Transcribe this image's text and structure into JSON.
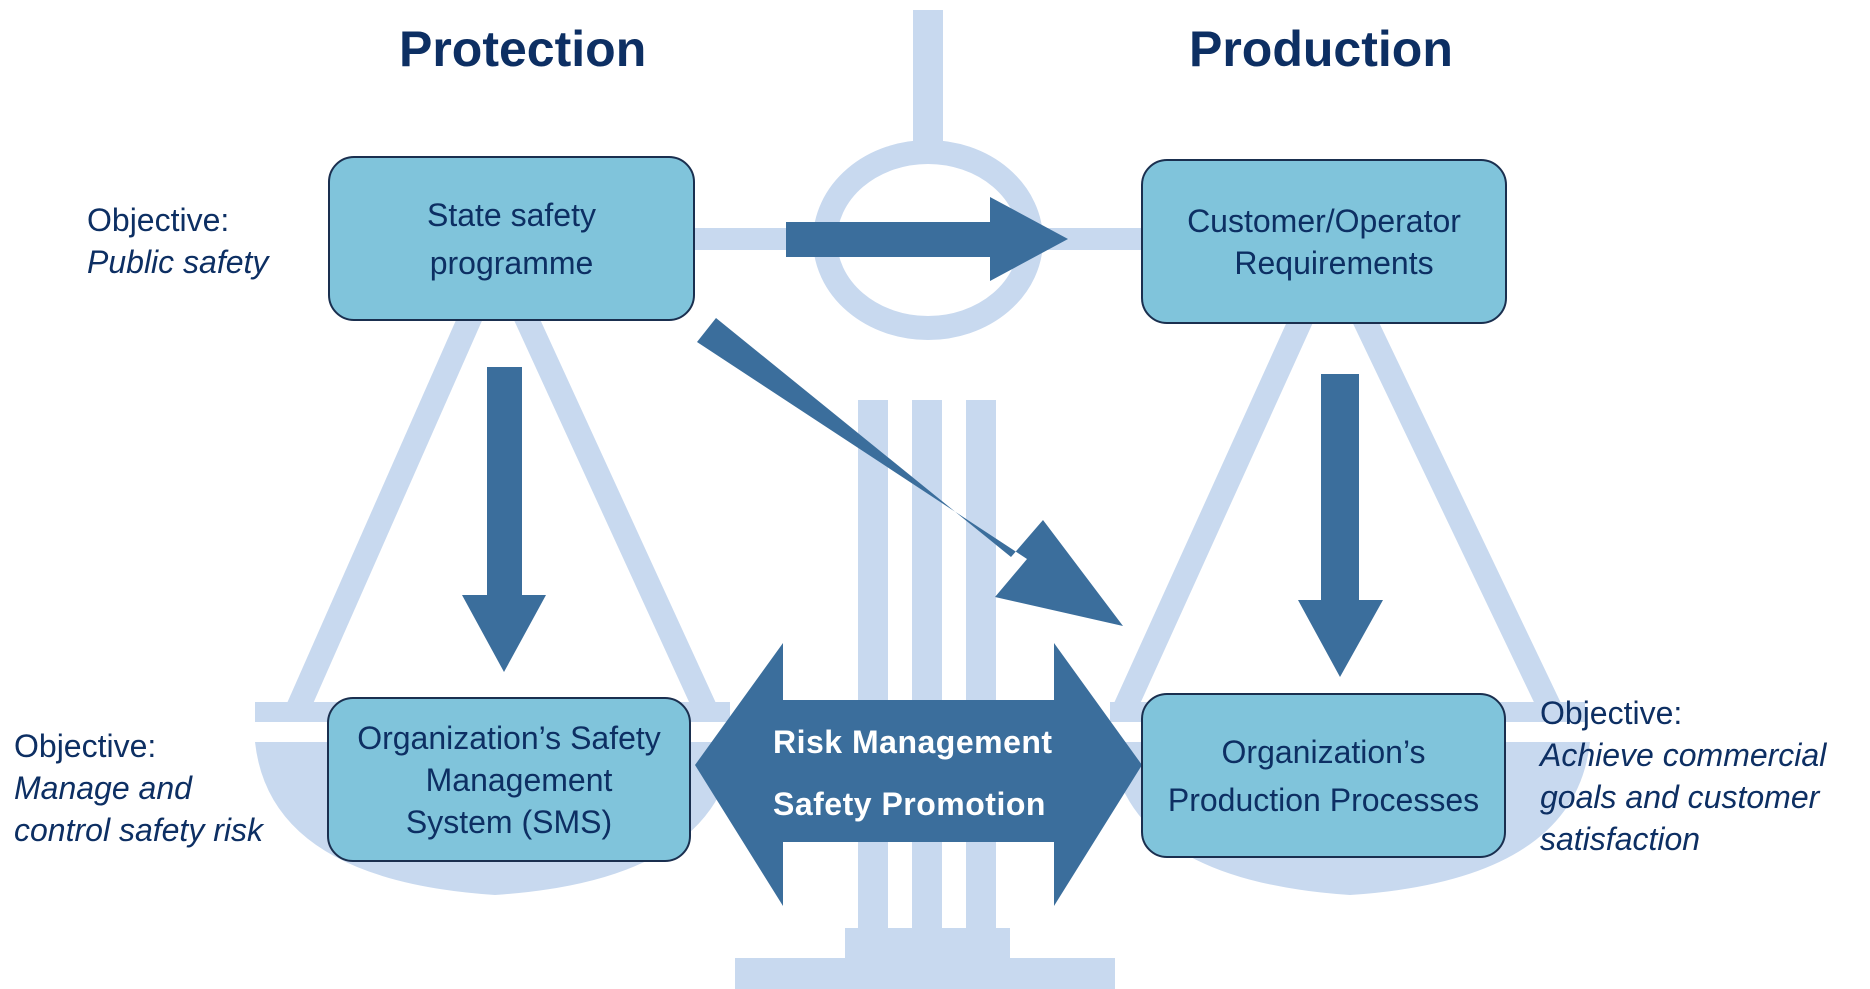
{
  "headings": {
    "left": "Protection",
    "right": "Production"
  },
  "boxes": {
    "state_programme": [
      "State safety",
      "programme"
    ],
    "customer_requirements": [
      "Customer/Operator",
      "Requirements"
    ],
    "sms": [
      "Organization’s Safety",
      "Management",
      "System (SMS)"
    ],
    "production_processes": [
      "Organization’s",
      "Production Processes"
    ]
  },
  "objectives": {
    "top_left": {
      "label": "Objective:",
      "lines": [
        "Public safety"
      ]
    },
    "bottom_left": {
      "label": "Objective:",
      "lines": [
        "Manage and",
        "control safety risk"
      ]
    },
    "bottom_right": {
      "label": "Objective:",
      "lines": [
        "Achieve commercial",
        "goals and customer",
        "satisfaction"
      ]
    }
  },
  "double_arrow": {
    "line1": "Risk Management",
    "line2": "Safety Promotion"
  },
  "colors": {
    "scale_light": "#c8d9ef",
    "arrow": "#3b6e9c",
    "box_fill": "#80c4db",
    "text_dark": "#0d2f63"
  }
}
